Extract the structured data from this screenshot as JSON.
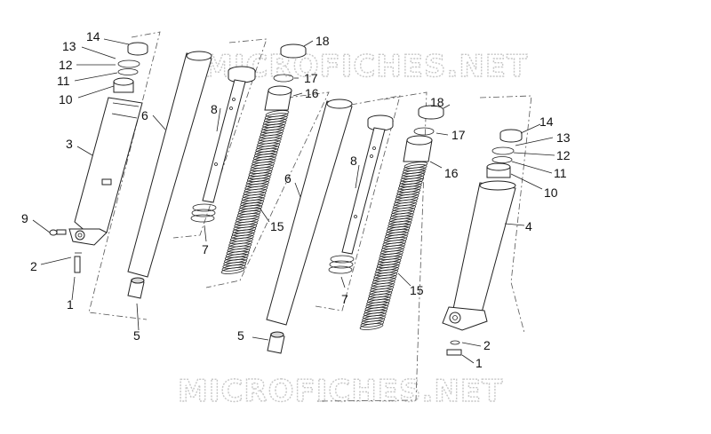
{
  "watermark": {
    "text": "MICROFICHES.NET"
  },
  "callouts": [
    "1",
    "2",
    "3",
    "4",
    "5",
    "6",
    "7",
    "8",
    "9",
    "10",
    "11",
    "12",
    "13",
    "14",
    "15",
    "16",
    "17",
    "18"
  ]
}
